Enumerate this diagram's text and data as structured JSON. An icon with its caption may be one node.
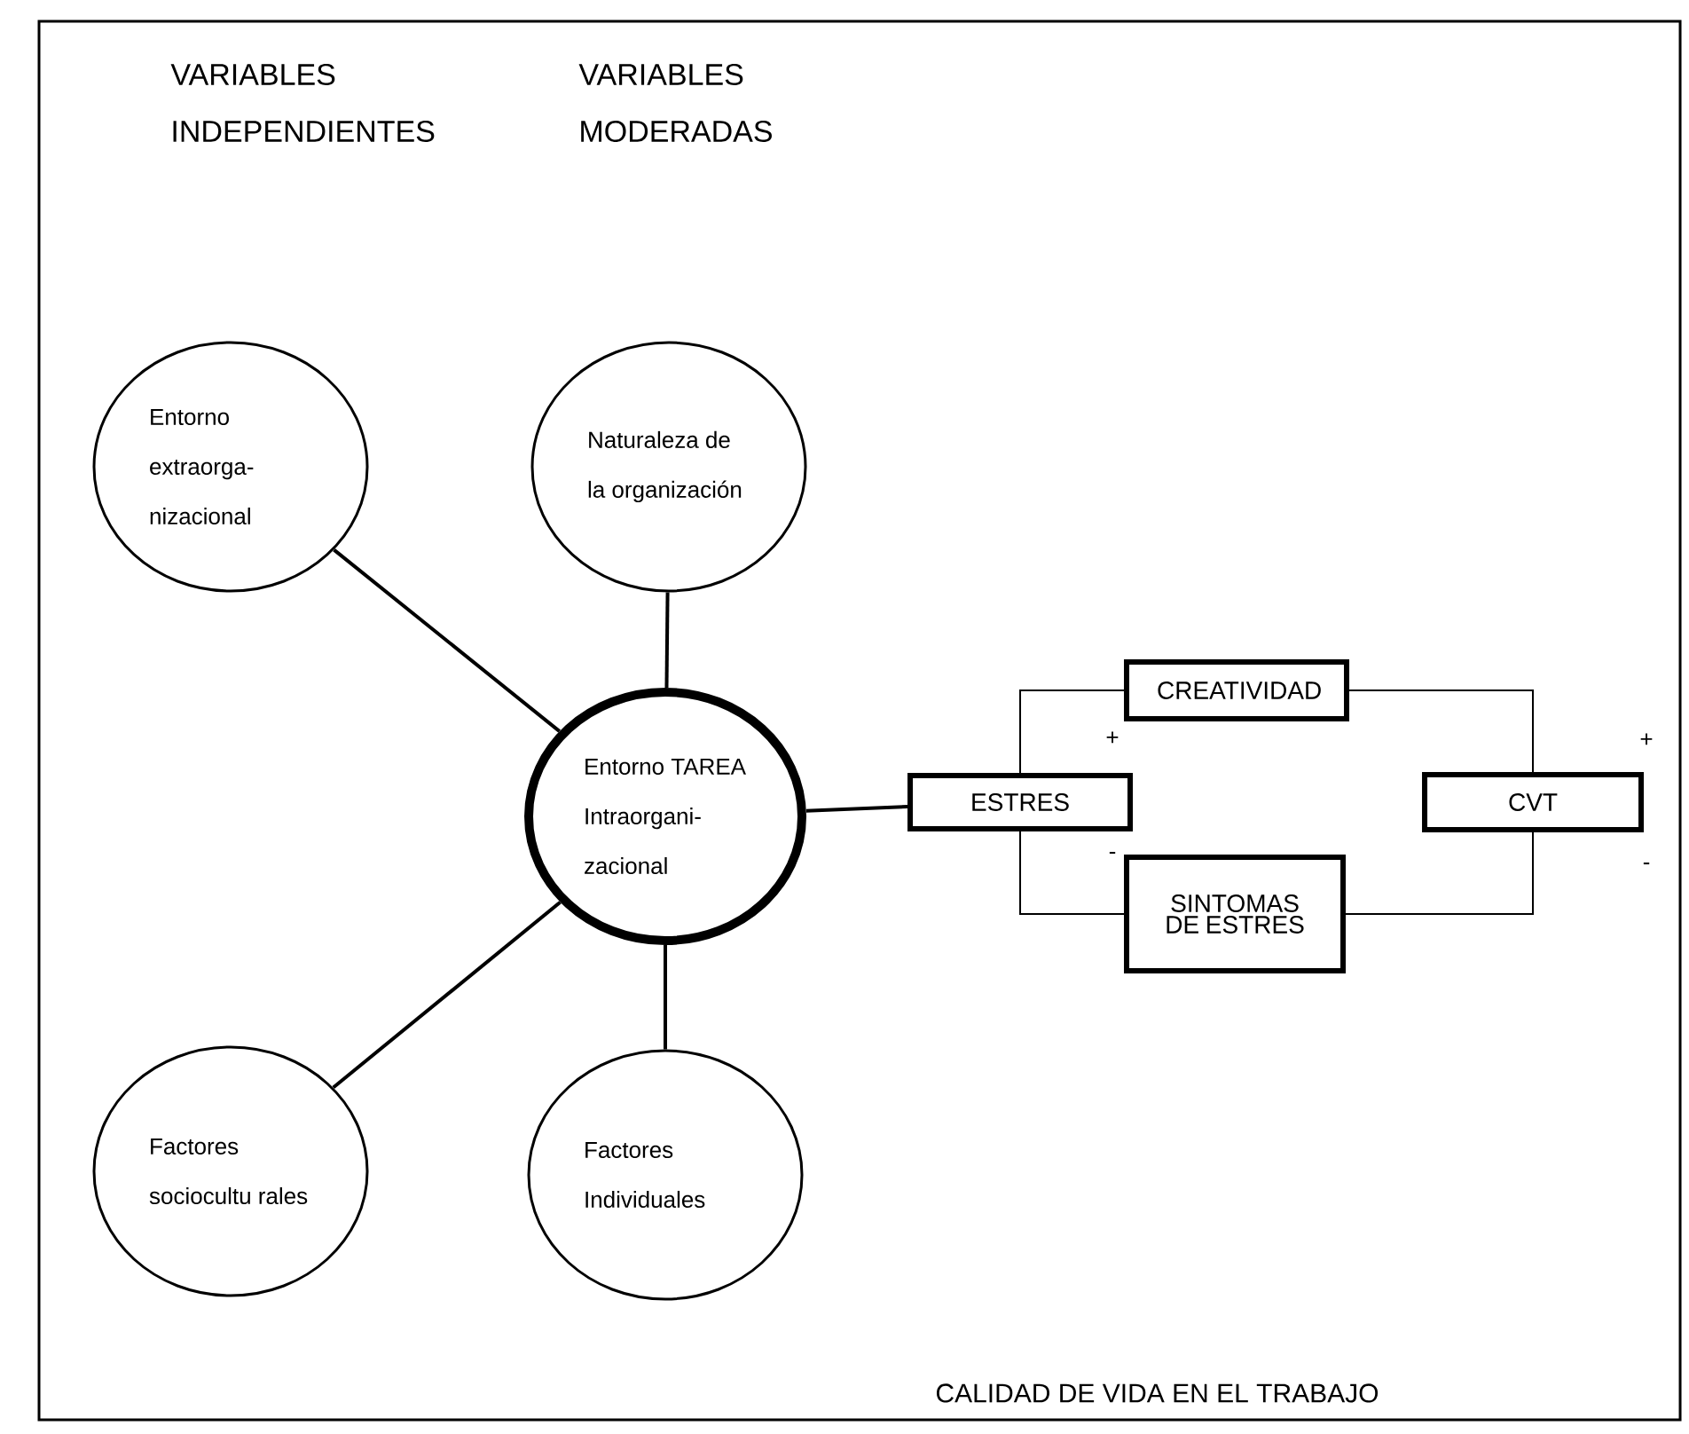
{
  "diagram": {
    "nodes": [
      {
        "text": [
          "Entorno extraorga- nizacional"
        ]
      },
      {
        "text": [
          "Naturaleza de la organización"
        ]
      },
      {
        "text": [
          "Entorno TAREA Intraorgani- zacional"
        ]
      },
      {
        "text": [
          "Factores sociocultu rales"
        ]
      },
      {
        "text": [
          "Factores Individuales"
        ]
      },
      {
        "text": [
          "ESTRES"
        ]
      },
      {
        "text": [
          "CREATIVIDAD"
        ]
      },
      {
        "text": [
          "CVT"
        ]
      },
      {
        "text": [
          "SINTOMAS DE ESTRES"
        ]
      }
    ],
    "edges": [
      {
        "from": 0,
        "to": 2,
        "arrow": "none"
      },
      {
        "from": 1,
        "to": 2,
        "arrow": "none"
      },
      {
        "from": 3,
        "to": 2,
        "arrow": "none"
      },
      {
        "from": 4,
        "to": 2,
        "arrow": "none"
      },
      {
        "from": 2,
        "to": 5,
        "arrow": "none"
      },
      {
        "from": 5,
        "to": 6,
        "arrow": "none"
      },
      {
        "from": 5,
        "to": 8,
        "arrow": "none"
      },
      {
        "from": 6,
        "to": 7,
        "arrow": "none"
      },
      {
        "from": 8,
        "to": 7,
        "arrow": "none"
      }
    ],
    "labels": [
      "VARIABLES INDEPENDIENTES",
      "VARIABLES MODERADAS",
      "+",
      "+",
      "-",
      "-",
      "CALIDAD DE VIDA EN EL TRABAJO"
    ]
  }
}
